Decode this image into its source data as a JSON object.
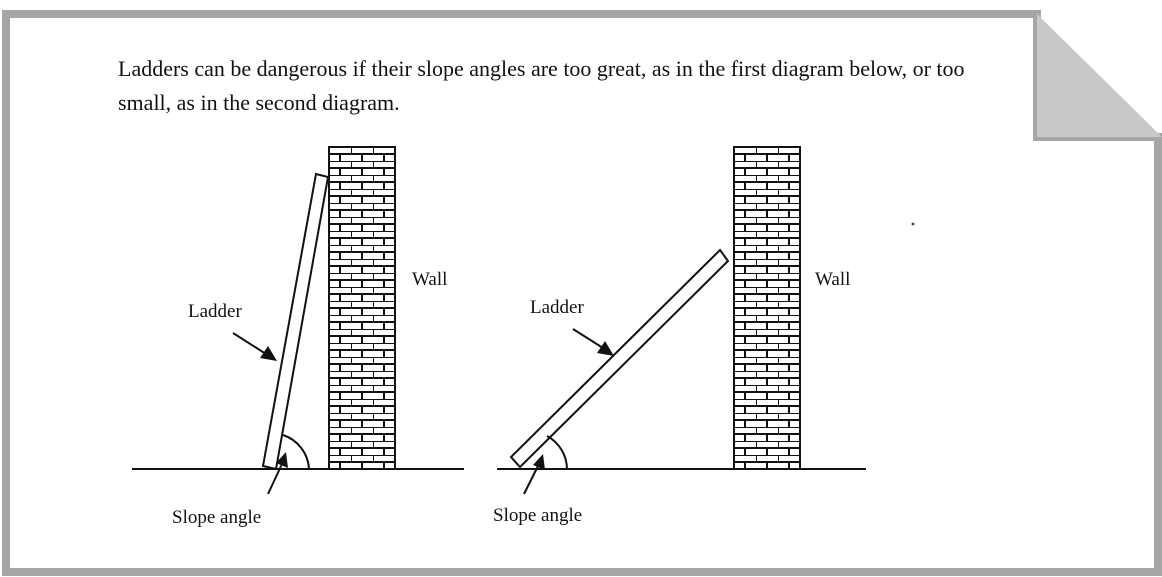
{
  "intro_text": "Ladders can be dangerous if their slope angles are too great, as in the first diagram below, or too small, as in the second diagram.",
  "diagrams": [
    {
      "ladder_label": "Ladder",
      "wall_label": "Wall",
      "angle_label": "Slope angle",
      "slope": "too great"
    },
    {
      "ladder_label": "Ladder",
      "wall_label": "Wall",
      "angle_label": "Slope angle",
      "slope": "too small"
    }
  ],
  "colors": {
    "frame": "#a6a6a6",
    "page_curl": "#c8c8c8",
    "ink": "#111111"
  }
}
